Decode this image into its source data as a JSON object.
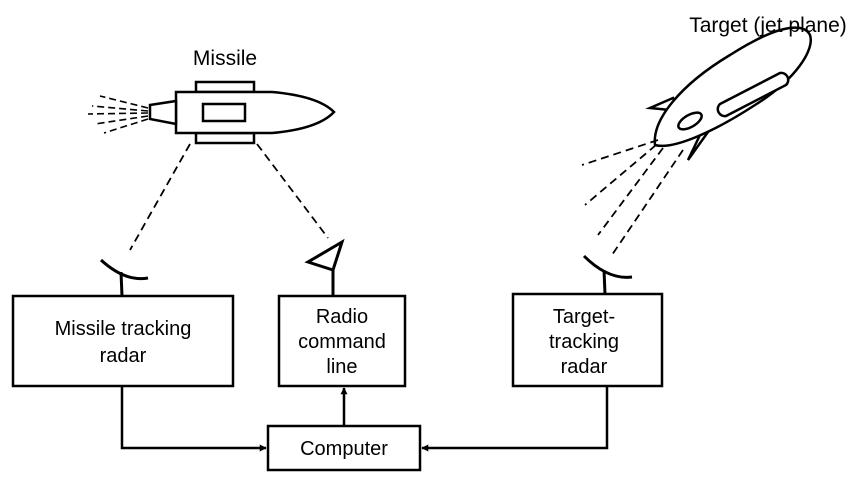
{
  "labels": {
    "missile": "Missile",
    "target": "Target (jet plane)"
  },
  "boxes": {
    "missile_radar": [
      "Missile tracking",
      "radar"
    ],
    "radio": [
      "Radio",
      "command",
      "line"
    ],
    "target_radar": [
      "Target-",
      "tracking",
      "radar"
    ],
    "computer": [
      "Computer"
    ]
  }
}
